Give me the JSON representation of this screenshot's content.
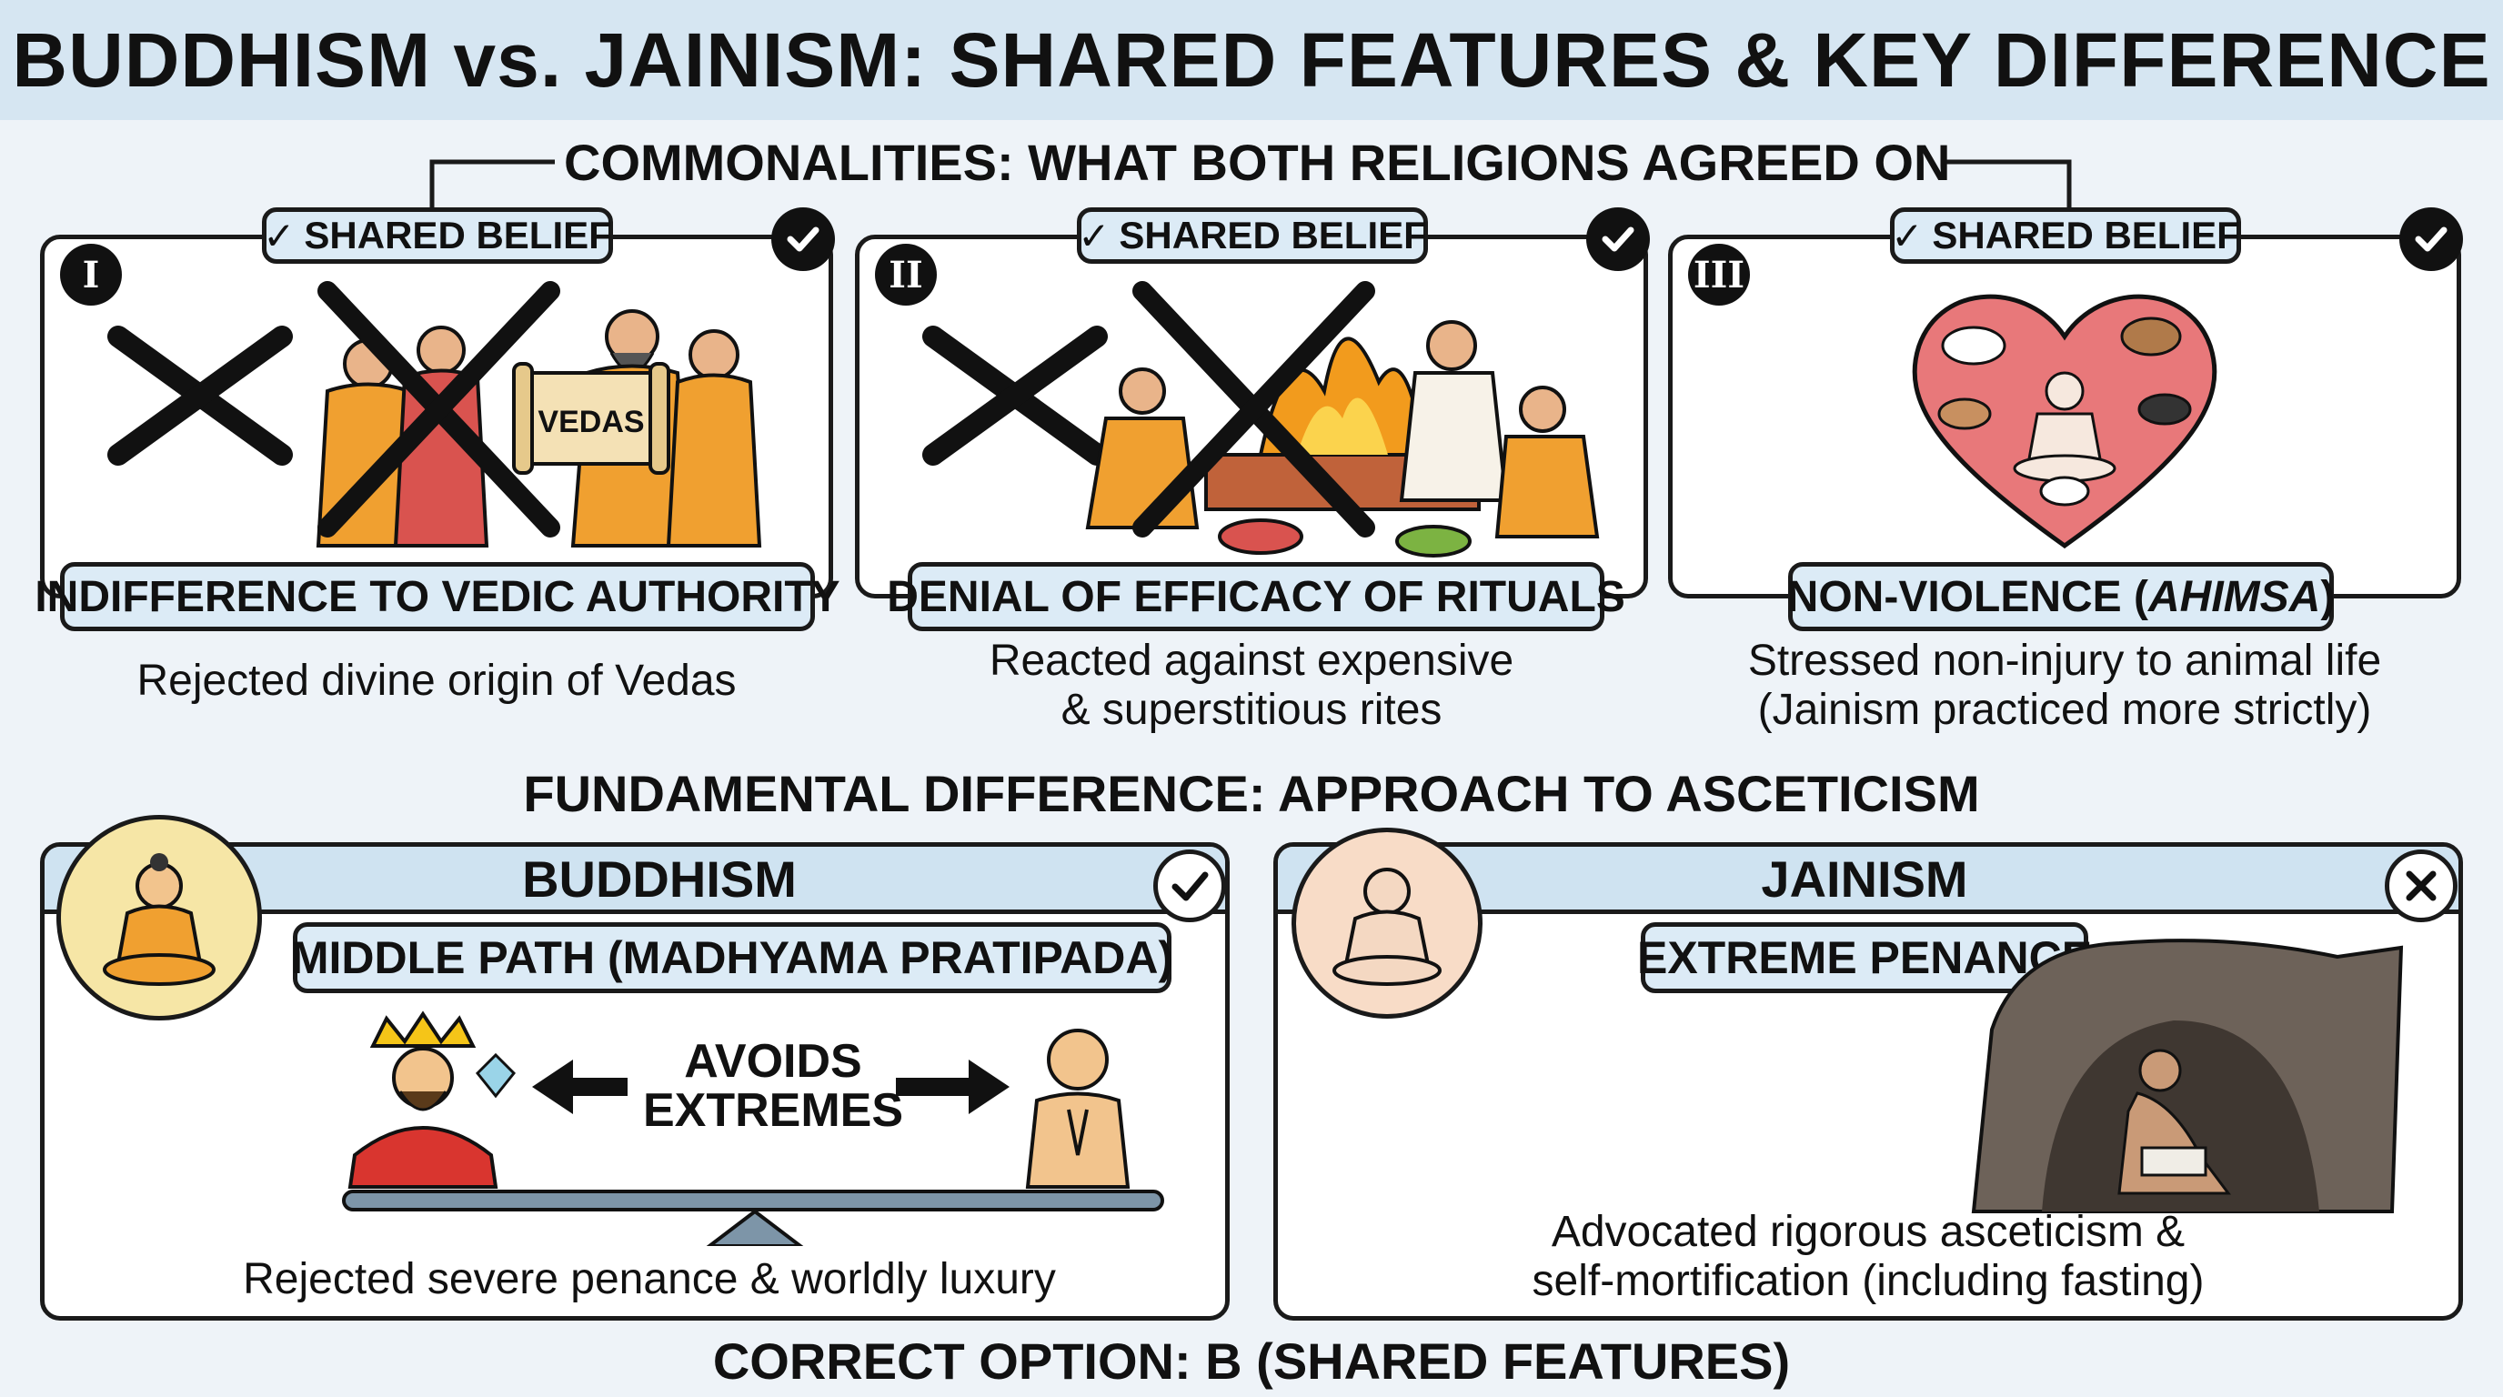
{
  "title": "BUDDHISM vs. JAINISM: SHARED FEATURES & KEY DIFFERENCE",
  "commonalities": {
    "heading": "COMMONALITIES: WHAT BOTH RELIGIONS AGREED ON",
    "cards": [
      {
        "number": "I",
        "badge": "SHARED BELIEF",
        "label": "INDIFFERENCE TO VEDIC AUTHORITY",
        "description_lines": [
          "Rejected divine origin of Vedas"
        ],
        "scroll_text": "VEDAS"
      },
      {
        "number": "II",
        "badge": "SHARED BELIEF",
        "label": "DENIAL OF EFFICACY OF RITUALS",
        "description_lines": [
          "Reacted against expensive",
          "& superstitious rites"
        ]
      },
      {
        "number": "III",
        "badge": "SHARED BELIEF",
        "label_main": "NON-VIOLENCE (",
        "label_italic": "AHIMSA",
        "label_end": ")",
        "description_lines": [
          "Stressed non-injury to animal life",
          "(Jainism practiced more strictly)"
        ]
      }
    ]
  },
  "difference": {
    "heading": "FUNDAMENTAL DIFFERENCE: APPROACH TO ASCETICISM",
    "buddhism": {
      "title": "BUDDHISM",
      "path": "MIDDLE PATH (MADHYAMA PRATIPADA)",
      "avoids_line1": "AVOIDS",
      "avoids_line2": "EXTREMES",
      "description": "Rejected severe penance & worldly luxury",
      "status_icon": "check-icon"
    },
    "jainism": {
      "title": "JAINISM",
      "path": "EXTREME PENANCE",
      "description_lines": [
        "Advocated rigorous asceticism &",
        "self-mortification (including fasting)"
      ],
      "status_icon": "x-icon"
    }
  },
  "answer": "CORRECT OPTION: B (SHARED FEATURES)",
  "colors": {
    "title_band": "#d6e6f2",
    "pill_fill": "#dcebf6",
    "saffron": "#f0a030",
    "heart": "#e8787a",
    "outline": "#1a1a1a"
  }
}
